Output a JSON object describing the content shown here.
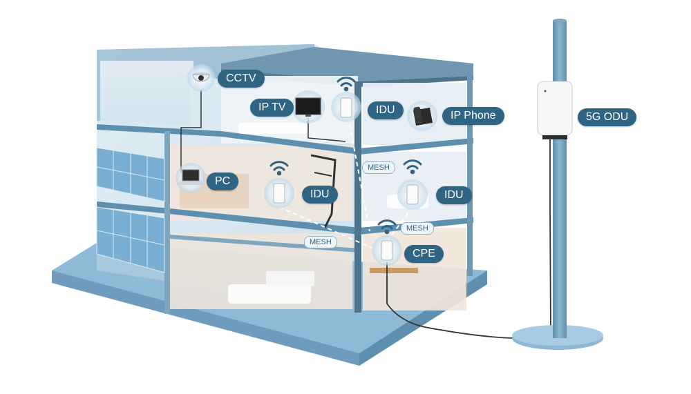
{
  "labels": {
    "cctv": "CCTV",
    "iptv": "IP TV",
    "idu_top": "IDU",
    "ip_phone": "IP Phone",
    "odu": "5G ODU",
    "pc": "PC",
    "idu_mid": "IDU",
    "idu_right": "IDU",
    "cpe": "CPE",
    "mesh_1": "MESH",
    "mesh_2": "MESH",
    "mesh_3": "MESH"
  },
  "icons": [
    "cctv-camera-icon",
    "tv-icon",
    "wifi-icon",
    "ip-phone-icon",
    "laptop-icon",
    "router-icon",
    "outdoor-unit-icon",
    "solar-panel-icon"
  ],
  "colors": {
    "label_bg": "#2f6482",
    "label_text": "#ffffff",
    "house_wall": "#9fc4da",
    "house_roof": "#6f97b1",
    "base": "#8db8d6",
    "wifi": "#2f6482",
    "cable": "#333333"
  }
}
